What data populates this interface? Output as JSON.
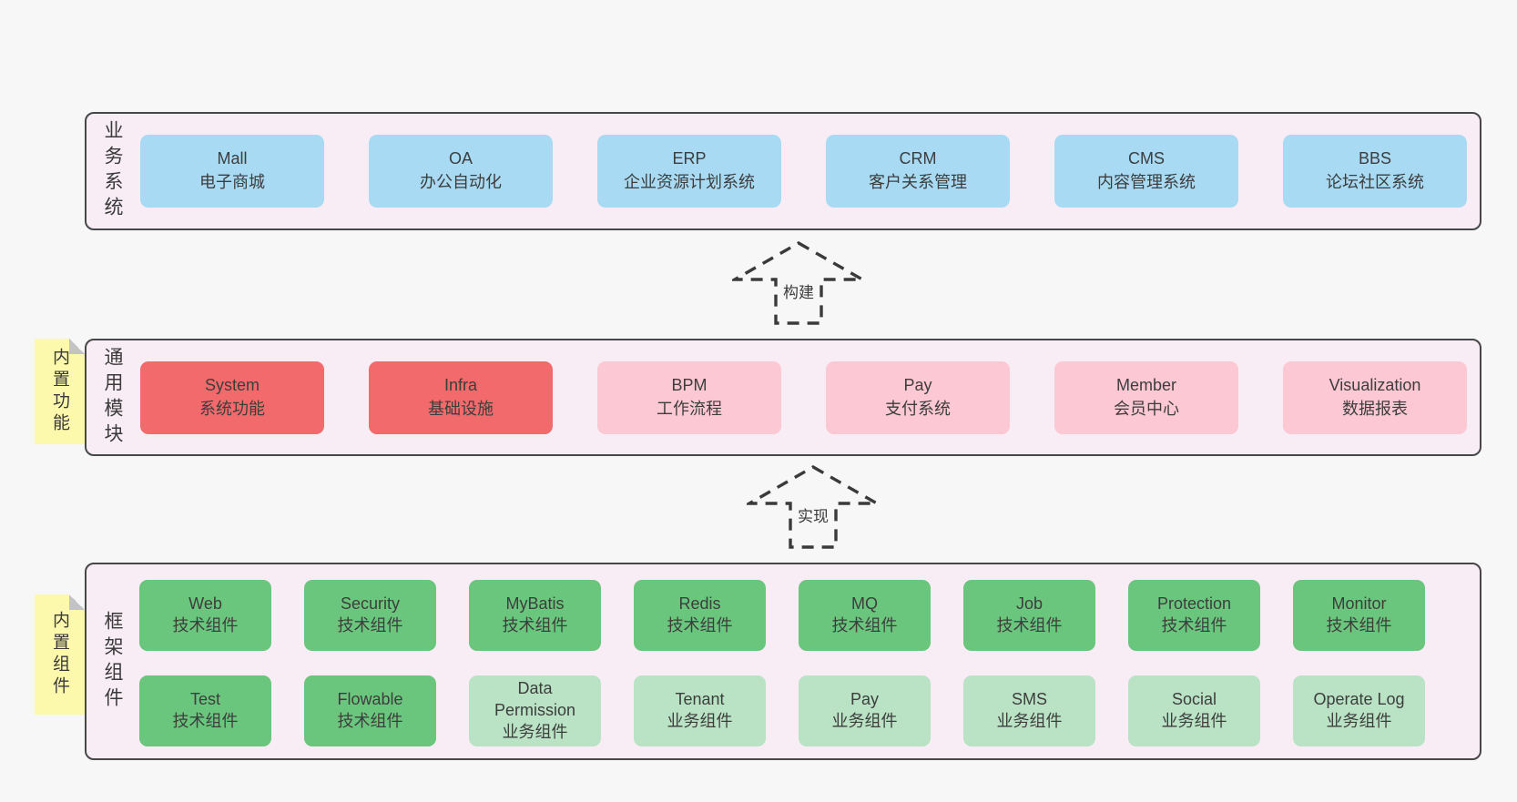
{
  "colors": {
    "page_bg": "#f7f7f7",
    "panel_bg": "#f8edf5",
    "panel_border": "#474747",
    "blue_box": "#a8daf3",
    "red_box": "#f26a6b",
    "pink_box": "#fbc8d3",
    "green_box": "#6bc67d",
    "light_green_box": "#b9e3c4",
    "tag_yellow": "#fcf9ac",
    "text": "#3d3d3d",
    "dash": "#3a3a3a"
  },
  "layers": [
    {
      "label": "业务系统",
      "rows": [
        [
          {
            "name": "Mall",
            "desc": "电子商城"
          },
          {
            "name": "OA",
            "desc": "办公自动化"
          },
          {
            "name": "ERP",
            "desc": "企业资源计划系统"
          },
          {
            "name": "CRM",
            "desc": "客户关系管理"
          },
          {
            "name": "CMS",
            "desc": "内容管理系统"
          },
          {
            "name": "BBS",
            "desc": "论坛社区系统"
          }
        ]
      ]
    },
    {
      "label": "通用模块",
      "tag": "内置功能",
      "rows": [
        [
          {
            "name": "System",
            "desc": "系统功能"
          },
          {
            "name": "Infra",
            "desc": "基础设施"
          },
          {
            "name": "BPM",
            "desc": "工作流程"
          },
          {
            "name": "Pay",
            "desc": "支付系统"
          },
          {
            "name": "Member",
            "desc": "会员中心"
          },
          {
            "name": "Visualization",
            "desc": "数据报表"
          }
        ]
      ]
    },
    {
      "label": "框架组件",
      "tag": "内置组件",
      "rows": [
        [
          {
            "name": "Web",
            "desc": "技术组件"
          },
          {
            "name": "Security",
            "desc": "技术组件"
          },
          {
            "name": "MyBatis",
            "desc": "技术组件"
          },
          {
            "name": "Redis",
            "desc": "技术组件"
          },
          {
            "name": "MQ",
            "desc": "技术组件"
          },
          {
            "name": "Job",
            "desc": "技术组件"
          },
          {
            "name": "Protection",
            "desc": "技术组件"
          },
          {
            "name": "Monitor",
            "desc": "技术组件"
          }
        ],
        [
          {
            "name": "Test",
            "desc": "技术组件"
          },
          {
            "name": "Flowable",
            "desc": "技术组件"
          },
          {
            "name": "Data Permission",
            "desc": "业务组件"
          },
          {
            "name": "Tenant",
            "desc": "业务组件"
          },
          {
            "name": "Pay",
            "desc": "业务组件"
          },
          {
            "name": "SMS",
            "desc": "业务组件"
          },
          {
            "name": "Social",
            "desc": "业务组件"
          },
          {
            "name": "Operate Log",
            "desc": "业务组件"
          }
        ]
      ]
    }
  ],
  "arrows": [
    {
      "label": "构建"
    },
    {
      "label": "实现"
    }
  ]
}
